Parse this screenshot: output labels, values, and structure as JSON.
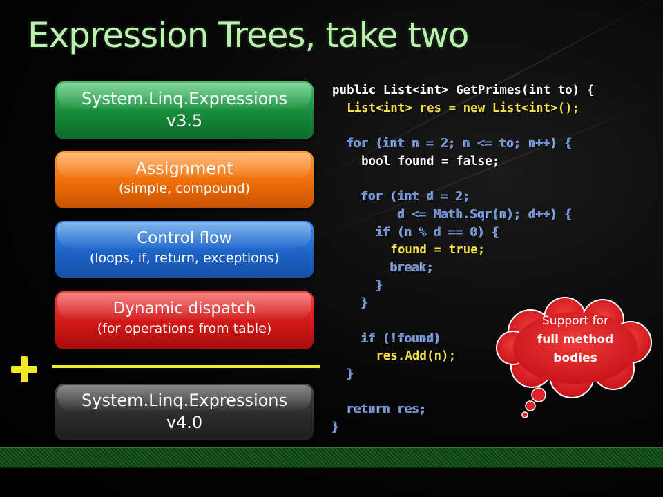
{
  "slide": {
    "title": "Expression Trees, take two"
  },
  "boxes": {
    "expr35": {
      "line1": "System.Linq.Expressions",
      "line2": "v3.5",
      "color": "#168a3a"
    },
    "assignment": {
      "line1": "Assignment",
      "line2": "(simple, compound)",
      "color": "#ee6d08"
    },
    "control_flow": {
      "line1": "Control flow",
      "line2": "(loops, if, return, exceptions)",
      "color": "#1d63c7"
    },
    "dynamic_dispatch": {
      "line1": "Dynamic dispatch",
      "line2": "(for operations from table)",
      "color": "#d01818"
    },
    "expr40": {
      "line1": "System.Linq.Expressions",
      "line2": "v4.0",
      "color": "#2c2c2c"
    }
  },
  "plus": {
    "icon": "plus-icon",
    "color": "#f0e62a"
  },
  "code": {
    "lines": [
      "public List<int> GetPrimes(int to) {",
      "  List<int> res = new List<int>();",
      "",
      "  for (int n = 2; n <= to; n++) {",
      "    bool found = false;",
      "",
      "    for (int d = 2;",
      "         d <= Math.Sqr(n); d++) {",
      "      if (n % d == 0) {",
      "        found = true;",
      "        break;",
      "      }",
      "    }",
      "",
      "    if (!found)",
      "      res.Add(n);",
      "  }",
      "",
      "  return res;",
      "}"
    ]
  },
  "callout": {
    "line1": "Support for",
    "line2": "full method",
    "line3": "bodies",
    "color": "#e8262a"
  }
}
